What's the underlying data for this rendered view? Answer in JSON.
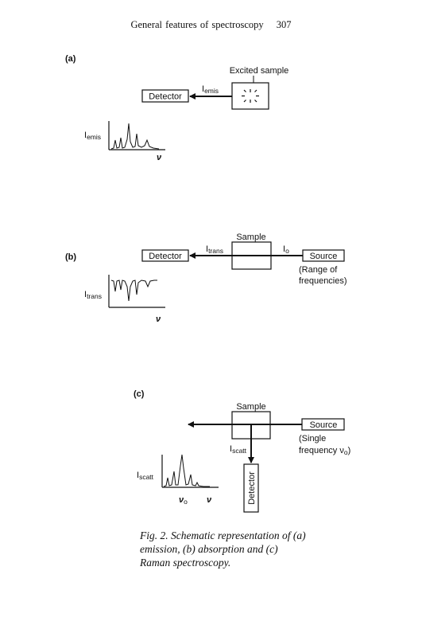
{
  "header": {
    "running_title": "General features of spectroscopy",
    "page_number": "307"
  },
  "panel_a": {
    "label": "(a)",
    "detector": "Detector",
    "excited_sample": "Excited sample",
    "beam_label": {
      "main": "I",
      "sub": "emis"
    },
    "graph_ylabel": {
      "main": "I",
      "sub": "emis"
    },
    "graph_xlabel": "ν"
  },
  "panel_b": {
    "label": "(b)",
    "detector": "Detector",
    "sample": "Sample",
    "source": "Source",
    "source_note": [
      "(Range of",
      "frequencies)"
    ],
    "trans_label": {
      "main": "I",
      "sub": "trans"
    },
    "incident_label": {
      "main": "I",
      "sub": "o"
    },
    "graph_ylabel": {
      "main": "I",
      "sub": "trans"
    },
    "graph_xlabel": "ν"
  },
  "panel_c": {
    "label": "(c)",
    "sample": "Sample",
    "source": "Source",
    "source_note": [
      "(Single",
      "frequency ν",
      "o",
      ")"
    ],
    "scatt_label": {
      "main": "I",
      "sub": "scatt"
    },
    "detector": "Detector",
    "graph_ylabel": {
      "main": "I",
      "sub": "scatt"
    },
    "graph_xlabel": "ν",
    "graph_nu0": {
      "main": "ν",
      "sub": "o"
    }
  },
  "caption": {
    "lines": [
      "Fig. 2. Schematic representation of (a)",
      "emission, (b) absorption and (c)",
      "Raman spectroscopy."
    ]
  }
}
